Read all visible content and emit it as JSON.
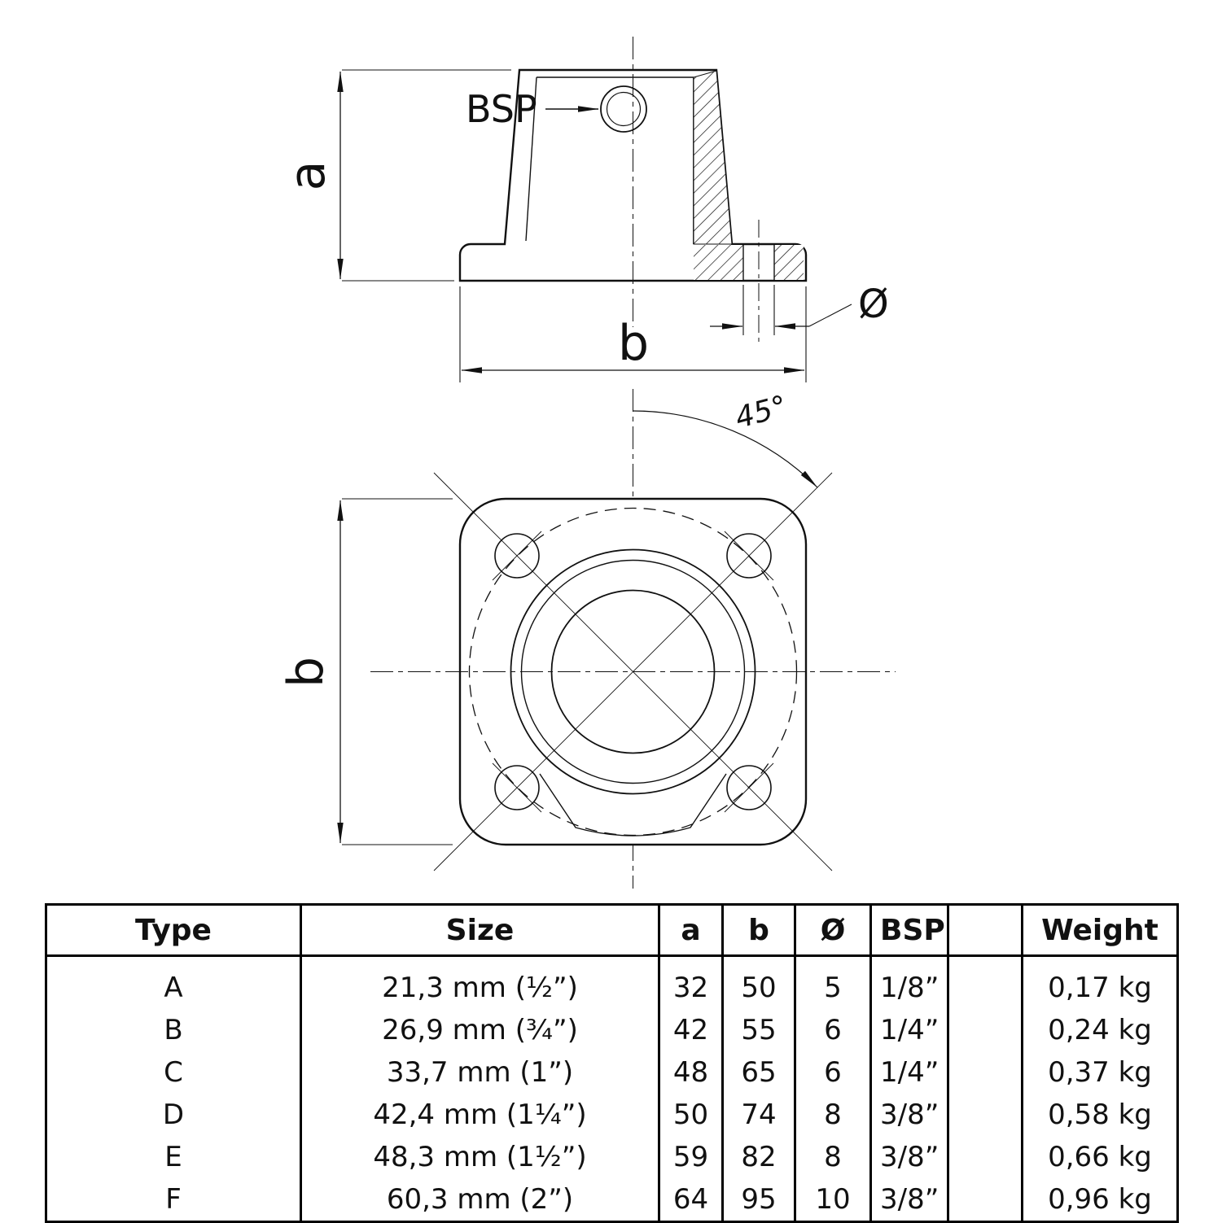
{
  "drawing": {
    "labels": {
      "bsp": "BSP",
      "dim_a": "a",
      "dim_b_side": "b",
      "diameter": "Ø",
      "angle": "45°",
      "dim_b_top": "b"
    }
  },
  "table": {
    "headers": {
      "type": "Type",
      "size": "Size",
      "a": "a",
      "b": "b",
      "diameter": "Ø",
      "bsp": "BSP",
      "spacer": "",
      "weight": "Weight"
    },
    "rows": [
      {
        "type": "A",
        "size": "21,3 mm (½”)",
        "a": "32",
        "b": "50",
        "diameter": "5",
        "bsp": "1/8”",
        "spacer": "",
        "weight": "0,17 kg"
      },
      {
        "type": "B",
        "size": "26,9 mm (¾”)",
        "a": "42",
        "b": "55",
        "diameter": "6",
        "bsp": "1/4”",
        "spacer": "",
        "weight": "0,24 kg"
      },
      {
        "type": "C",
        "size": "33,7 mm (1”)",
        "a": "48",
        "b": "65",
        "diameter": "6",
        "bsp": "1/4”",
        "spacer": "",
        "weight": "0,37 kg"
      },
      {
        "type": "D",
        "size": "42,4 mm (1¼”)",
        "a": "50",
        "b": "74",
        "diameter": "8",
        "bsp": "3/8”",
        "spacer": "",
        "weight": "0,58 kg"
      },
      {
        "type": "E",
        "size": "48,3 mm (1½”)",
        "a": "59",
        "b": "82",
        "diameter": "8",
        "bsp": "3/8”",
        "spacer": "",
        "weight": "0,66 kg"
      },
      {
        "type": "F",
        "size": "60,3 mm (2”)",
        "a": "64",
        "b": "95",
        "diameter": "10",
        "bsp": "3/8”",
        "spacer": "",
        "weight": "0,96 kg"
      }
    ]
  }
}
